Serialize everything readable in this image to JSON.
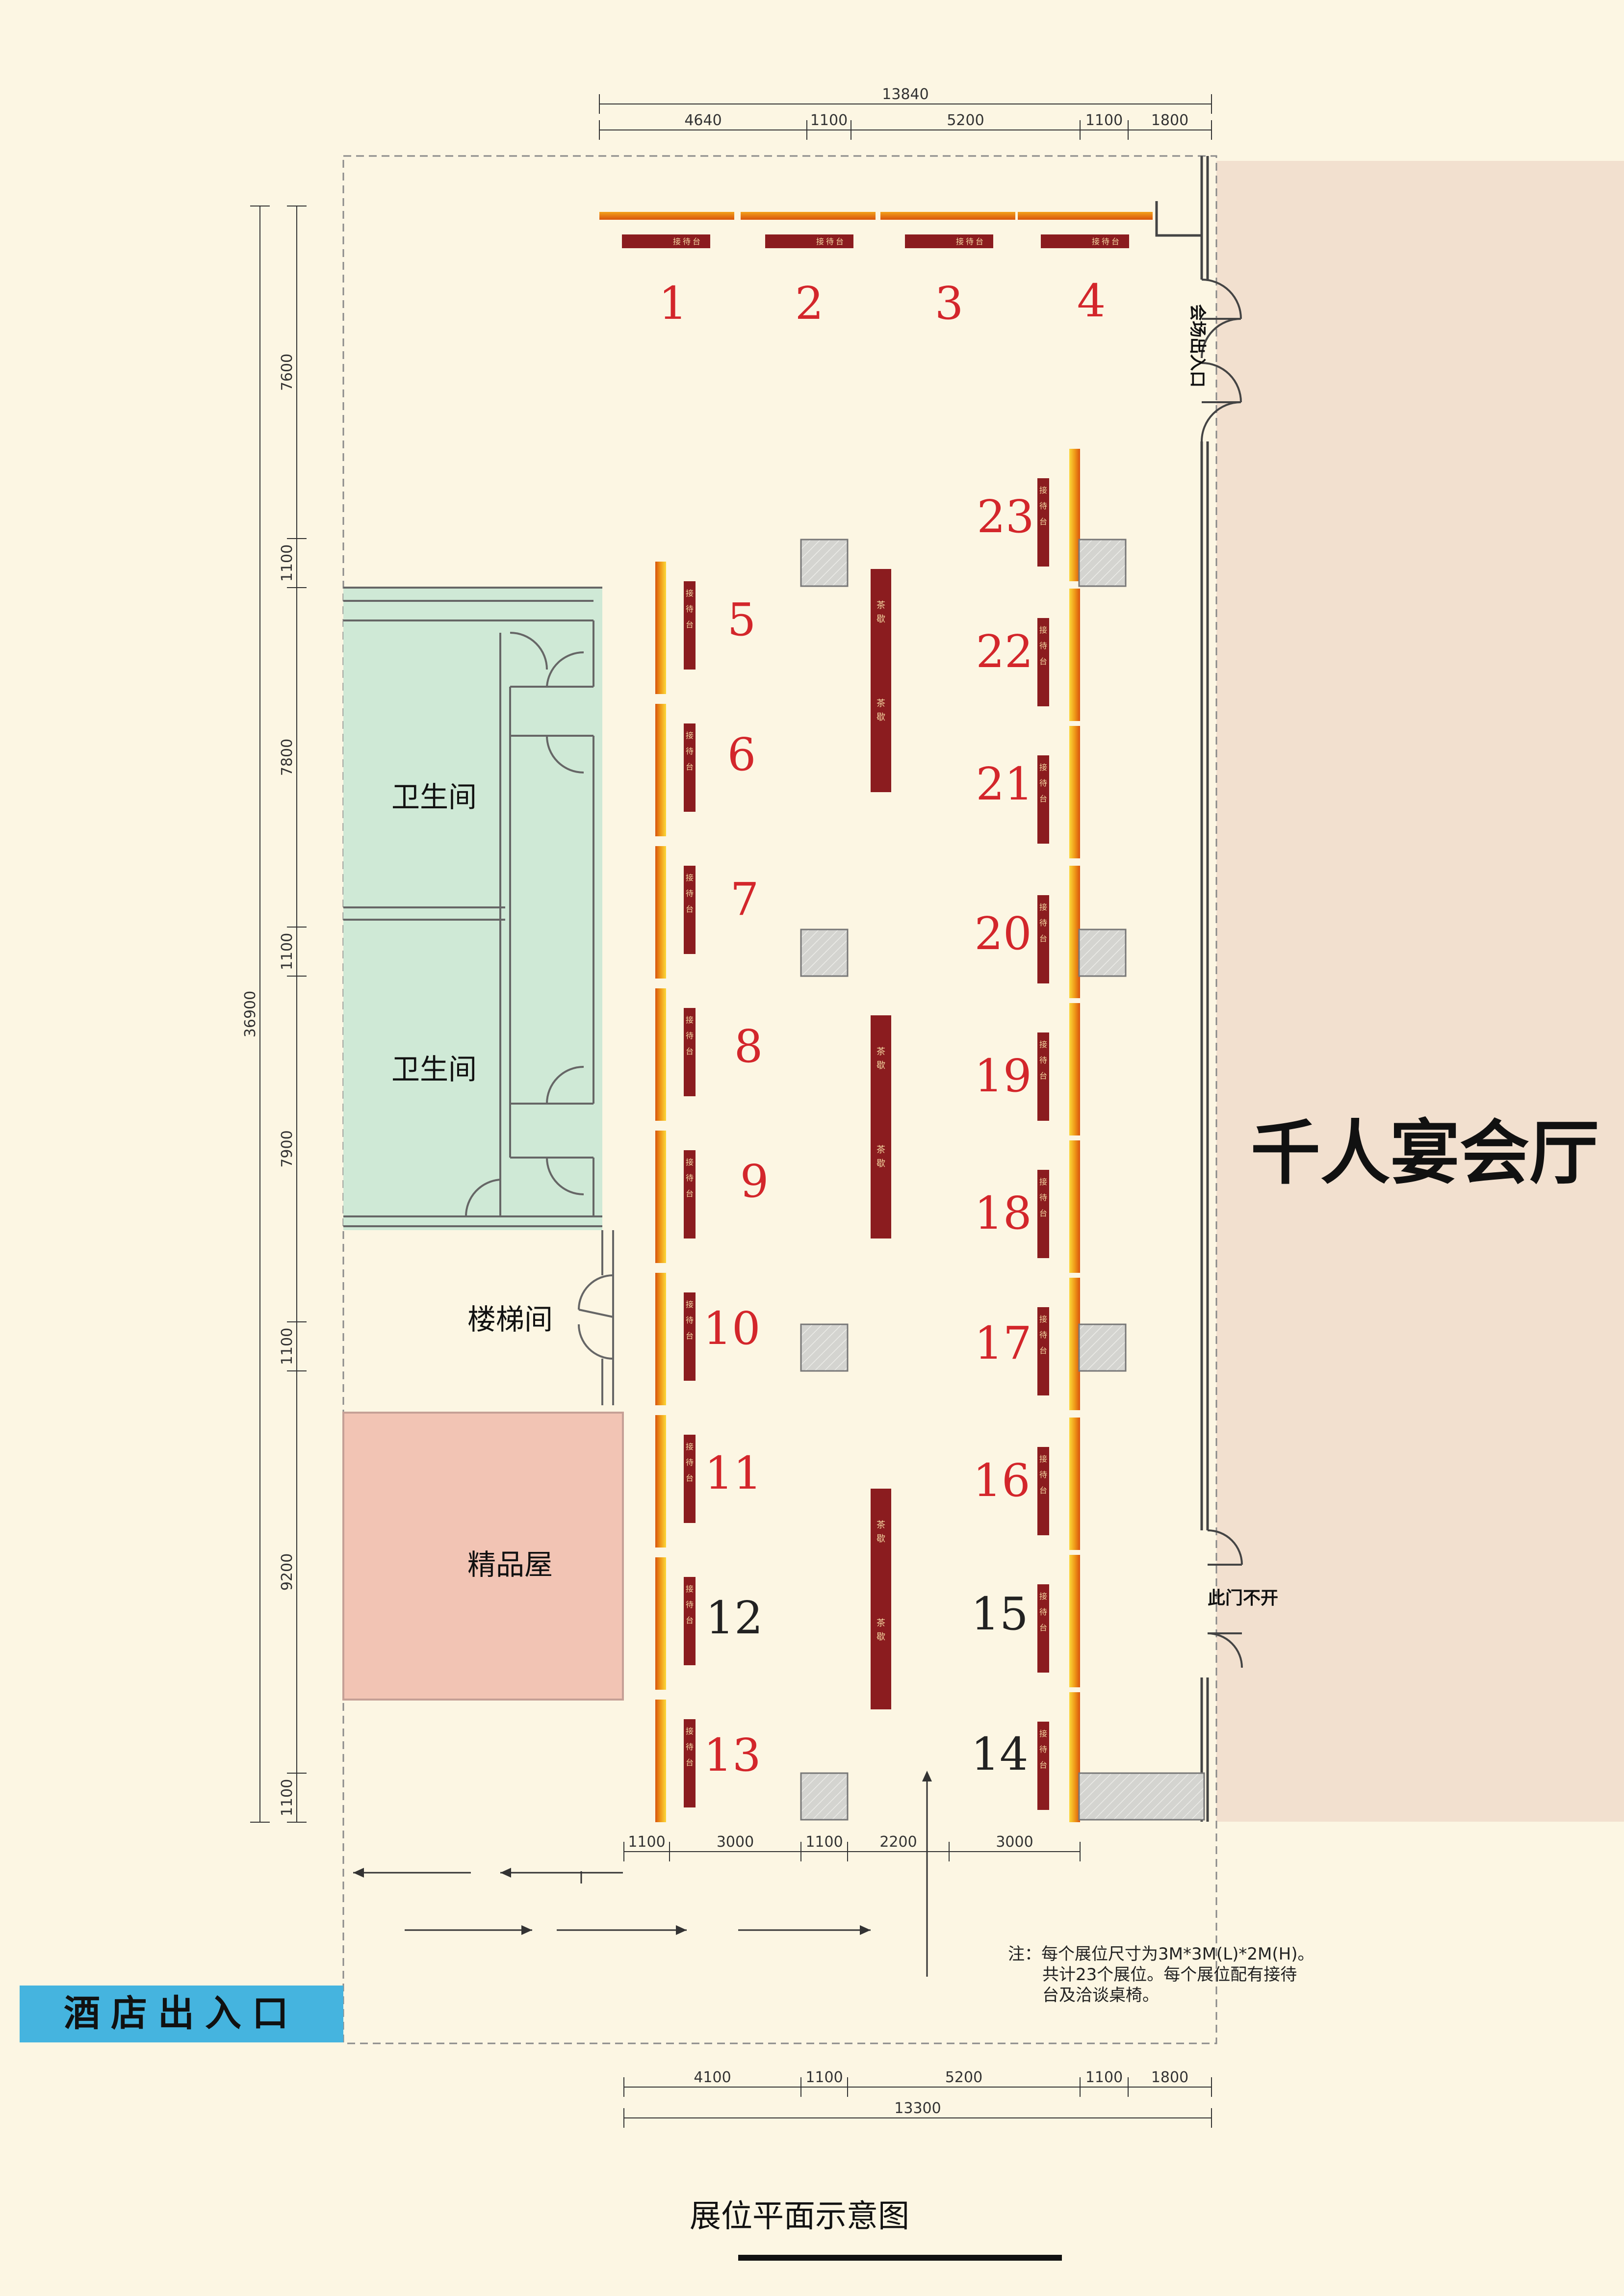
{
  "dims": {
    "top_total": "13840",
    "top_segments": [
      "4640",
      "1100",
      "5200",
      "1100",
      "1800"
    ],
    "bottom_segments": [
      "4100",
      "1100",
      "5200",
      "1100",
      "1800"
    ],
    "bottom_total": "13300",
    "left_total": "36900",
    "left_segments": [
      "7600",
      "1100",
      "7800",
      "1100",
      "7900",
      "1100",
      "9200",
      "1100"
    ],
    "aisle_segments": [
      "1100",
      "3000",
      "1100",
      "2200",
      "3000"
    ]
  },
  "rooms": {
    "toilet_1": "卫生间",
    "toilet_2": "卫生间",
    "stairs": "楼梯间",
    "boutique": "精品屋",
    "banquet_hall": "千人宴会厅",
    "hotel_entrance": "酒店出入口",
    "venue_entrance": "会场出入口",
    "door_closed": "此门不开"
  },
  "furniture": {
    "reception_desk": "接待台",
    "tea_break": "茶歇"
  },
  "booths": [
    "1",
    "2",
    "3",
    "4",
    "5",
    "6",
    "7",
    "8",
    "9",
    "10",
    "11",
    "12",
    "13",
    "14",
    "15",
    "16",
    "17",
    "18",
    "19",
    "20",
    "21",
    "22",
    "23"
  ],
  "note": {
    "line1": "注：每个展位尺寸为3M*3M(L)*2M(H)。",
    "line2": "共计23个展位。每个展位配有接待",
    "line3": "台及洽谈桌椅。"
  },
  "title": "展位平面示意图",
  "colors": {
    "background": "#fcf6e3",
    "booth_number": "#d3262b",
    "booth_number_alt": "#222222",
    "desk": "#8b1c1f",
    "toilet_fill": "#cfe9d6",
    "boutique_fill": "#f2c4b4",
    "hall_fill": "#f2e0cf",
    "entrance_fill": "#45b4df"
  }
}
